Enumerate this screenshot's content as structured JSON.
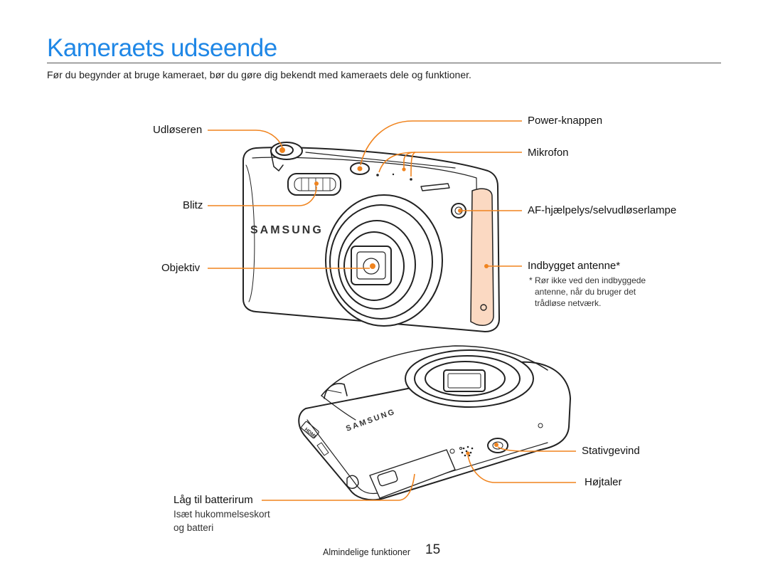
{
  "page": {
    "title": "Kameraets udseende",
    "intro": "Før du begynder at bruge kameraet, bør du gøre dig bekendt med kameraets dele og funktioner."
  },
  "front_labels": {
    "shutter": "Udløseren",
    "flash": "Blitz",
    "lens": "Objektiv",
    "power": "Power-knappen",
    "microphone": "Mikrofon",
    "af_lamp": "AF-hjælpelys/selvudløserlampe",
    "antenna": "Indbygget antenne*",
    "antenna_note_1": "* Rør ikke ved den indbyggede",
    "antenna_note_2": "antenne, når du bruger det",
    "antenna_note_3": "trådløse netværk."
  },
  "bottom_labels": {
    "battery_cover": "Låg til batterirum",
    "battery_note_1": "Isæt hukommelseskort",
    "battery_note_2": "og batteri",
    "tripod": "Stativgevind",
    "speaker": "Højtaler"
  },
  "camera_text": {
    "brand": "SAMSUNG",
    "hdmi": "HDMI"
  },
  "footer": {
    "section": "Almindelige funktioner",
    "page_number": "15"
  },
  "colors": {
    "accent_title": "#1f87e6",
    "callout": "#f0841f",
    "antenna_fill": "#fbd9c2"
  }
}
